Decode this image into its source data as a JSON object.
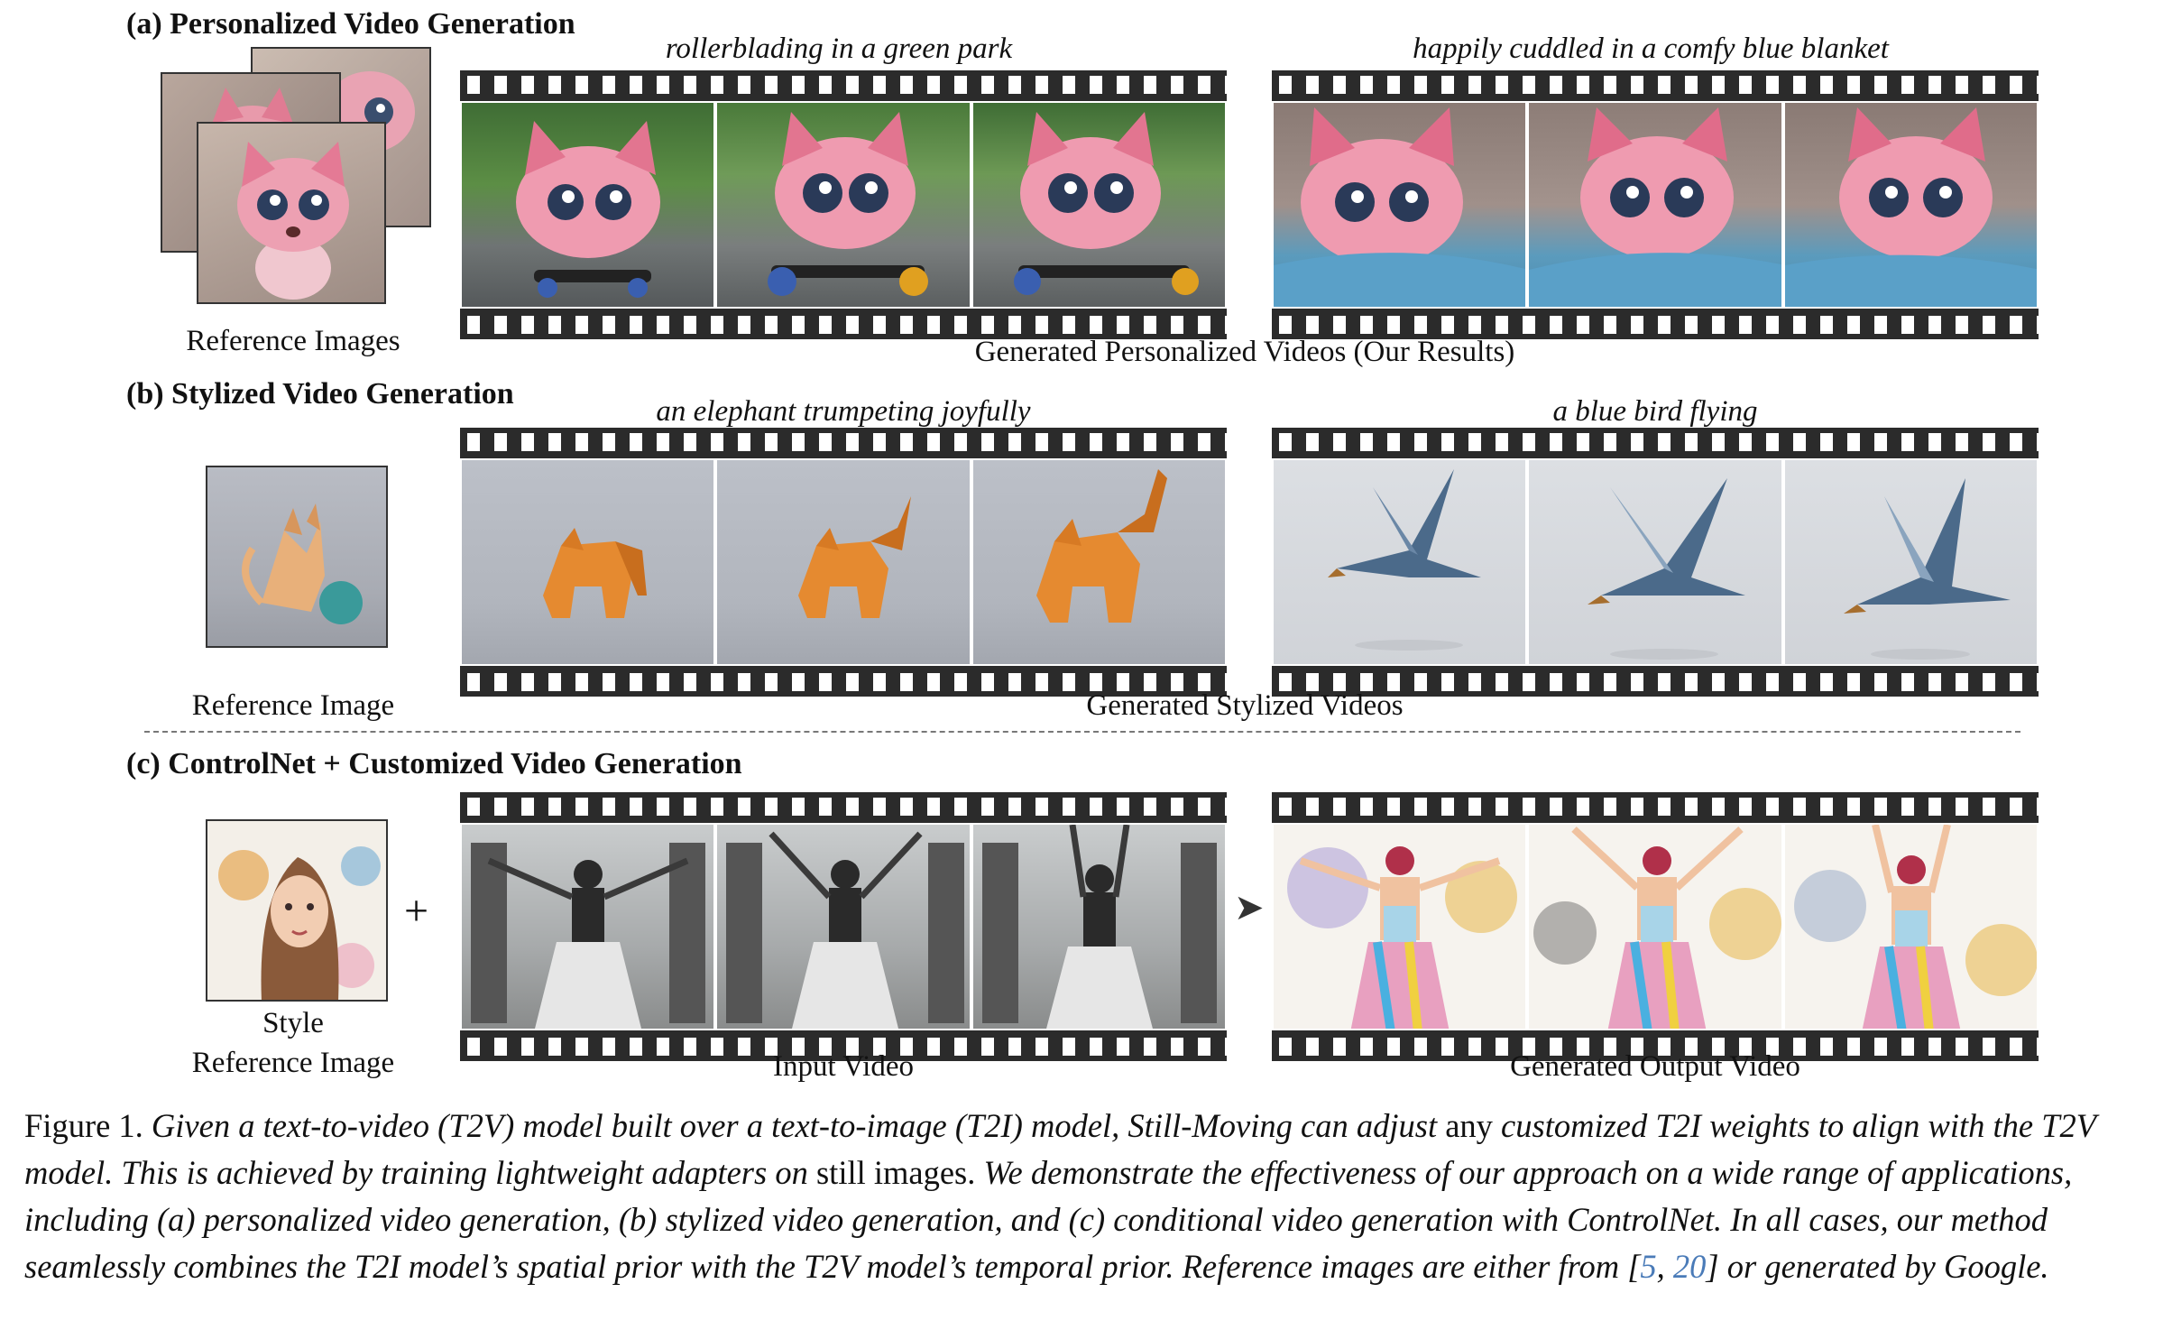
{
  "sections": {
    "a": {
      "title": "(a)  Personalized Video Generation",
      "ref_caption": "Reference Images",
      "prompt_left": "rollerblading in a green park",
      "prompt_right": "happily cuddled in a comfy blue blanket",
      "output_caption": "Generated Personalized Videos (Our Results)"
    },
    "b": {
      "title": "(b)  Stylized Video Generation",
      "ref_caption": "Reference Image",
      "prompt_left": "an elephant trumpeting joyfully",
      "prompt_right": "a blue bird flying",
      "output_caption": "Generated Stylized Videos"
    },
    "c": {
      "title": "(c)  ControlNet + Customized Video Generation",
      "ref_caption_line1": "Style",
      "ref_caption_line2": "Reference Image",
      "plus": "+",
      "arrow": "➤",
      "input_caption": "Input Video",
      "output_caption": "Generated Output Video"
    }
  },
  "figure_caption": {
    "label": "Figure 1.",
    "s1": "Given a text-to-video (T2V) model built over a text-to-image (T2I) model, Still-Moving can adjust",
    "s2": "any",
    "s3": "customized T2I weights to align with the T2V model. This is achieved by training lightweight adapters on",
    "s4": "still images.",
    "s5": "We demonstrate the effectiveness of our approach on a wide range of applications, including (a) personalized video generation, (b) stylized video generation, and (c) conditional video generation with ControlNet.  In all cases, our method seamlessly combines the T2I model’s spatial prior with the T2V model’s temporal prior. Reference images are either from [",
    "ref1": "5",
    "sep": ", ",
    "ref2": "20",
    "s6": "] or generated by Google."
  },
  "colors": {
    "film": "#2b2b2b",
    "link": "#4a7bb8",
    "cat_pink": "#e88aa0",
    "origami_orange": "#e58a30",
    "bird_blue": "#4b6a8a",
    "watercolor_bg": "#f3efe8"
  }
}
